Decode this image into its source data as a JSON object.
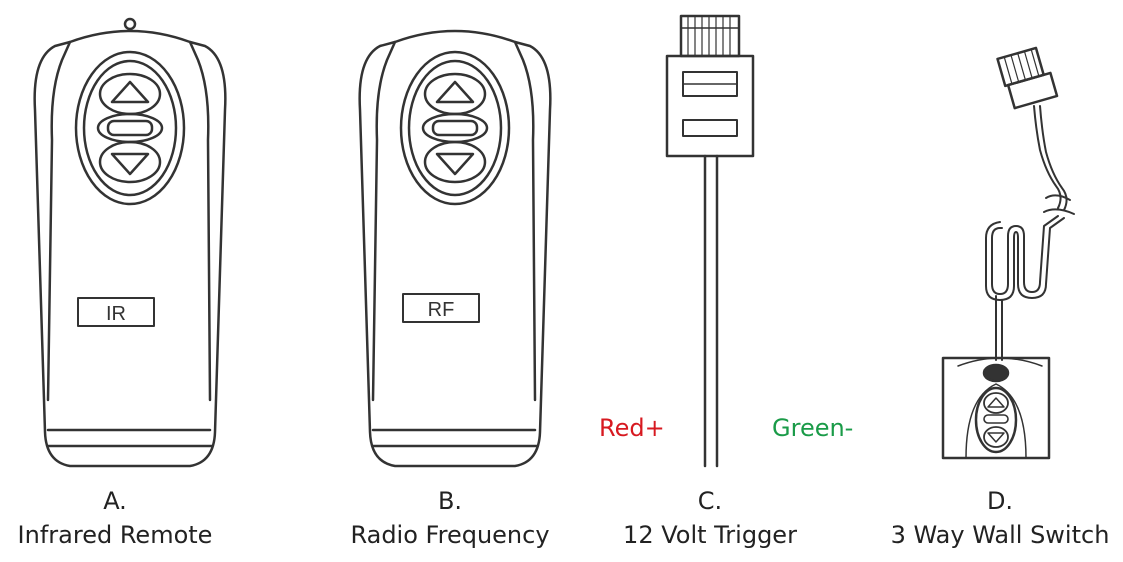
{
  "items": [
    {
      "letter": "A.",
      "title": "Infrared Remote",
      "badge": "IR"
    },
    {
      "letter": "B.",
      "title": "Radio Frequency",
      "badge": "RF"
    },
    {
      "letter": "C.",
      "title": "12 Volt Trigger"
    },
    {
      "letter": "D.",
      "title": "3 Way Wall Switch"
    }
  ],
  "wires": {
    "positive": {
      "label": "Red+",
      "color": "#d71920"
    },
    "negative": {
      "label": "Green-",
      "color": "#1a9b48"
    }
  },
  "icons": [
    "up-arrow-icon",
    "stop-icon",
    "down-arrow-icon",
    "rj-plug-icon",
    "wall-switch-icon"
  ]
}
